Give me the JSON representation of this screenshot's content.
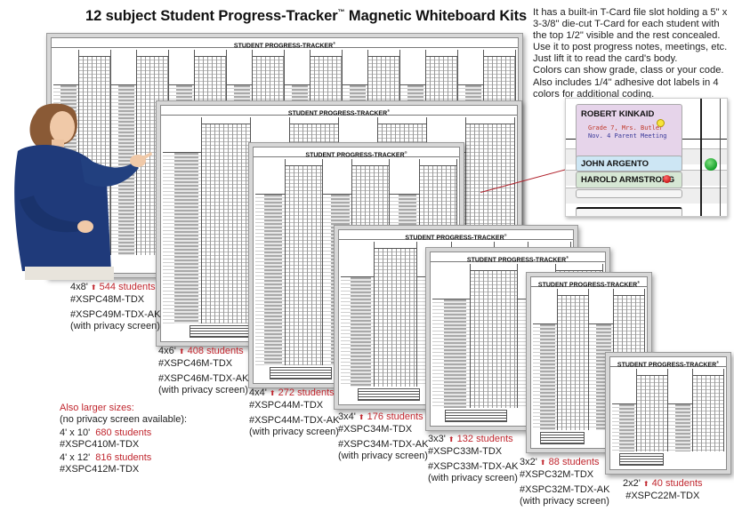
{
  "header": {
    "title": "12 subject Student Progress-Tracker",
    "trademark": "™",
    "title_suffix": " Magnetic Whiteboard Kits"
  },
  "description": {
    "lines": [
      "It has a built-in T-Card file slot holding a 5\" x",
      "3-3/8\" die-cut  T-Card  for each student with",
      "the top 1/2\" visible and the rest concealed.",
      "Use it to post progress notes, meetings, etc.",
      "Just lift it to read the card's body.",
      "Colors can show grade, class or your code.",
      "Also includes 1/4\" adhesive dot labels in 4",
      "colors for additional coding."
    ]
  },
  "board": {
    "title": "STUDENT PROGRESS-TRACKER",
    "registered": "®"
  },
  "tcard_inset": {
    "cards": [
      {
        "name": "ROBERT KINKAID",
        "note1": "Grade 7, Mrs. Butler",
        "note2": "Nov. 4 Parent Meeting",
        "color": "#e6d4ea",
        "dot": "yellow"
      },
      {
        "name": "JOHN ARGENTO",
        "color": "#cde6f4",
        "dot": "green"
      },
      {
        "name": "HAROLD ARMSTRONG",
        "color": "#d6e7d4",
        "dot": "red"
      }
    ],
    "dot_colors": {
      "yellow": "#f7e43a",
      "green": "#16a02a",
      "red": "#c81818"
    }
  },
  "arrow_glyph": "⬆",
  "products": [
    {
      "size": "4x8'",
      "students": "544 students",
      "model": "#XSPC48M-TDX",
      "privacy_model": "#XSPC49M-TDX-AK",
      "privacy_note": "(with privacy screen)"
    },
    {
      "size": "4x6'",
      "students": "408 students",
      "model": "#XSPC46M-TDX",
      "privacy_model": "#XSPC46M-TDX-AK",
      "privacy_note": "(with privacy screen)"
    },
    {
      "size": "4x4'",
      "students": "272 students",
      "model": "#XSPC44M-TDX",
      "privacy_model": "#XSPC44M-TDX-AK",
      "privacy_note": "(with privacy screen)"
    },
    {
      "size": "3x4'",
      "students": "176 students",
      "model": "#XSPC34M-TDX",
      "privacy_model": "#XSPC34M-TDX-AK",
      "privacy_note": "(with privacy screen)"
    },
    {
      "size": "3x3'",
      "students": "132 students",
      "model": "#XSPC33M-TDX",
      "privacy_model": "#XSPC33M-TDX-AK",
      "privacy_note": "(with privacy screen)"
    },
    {
      "size": "3x2'",
      "students": "88 students",
      "model": "#XSPC32M-TDX",
      "privacy_model": "#XSPC32M-TDX-AK",
      "privacy_note": "(with privacy screen)"
    },
    {
      "size": "2x2'",
      "students": "40 students",
      "model": "#XSPC22M-TDX"
    }
  ],
  "larger_sizes": {
    "heading": "Also larger sizes:",
    "subheading": "(no privacy screen available):",
    "items": [
      {
        "size": "4' x 10'",
        "students": "680 students",
        "model": "#XSPC410M-TDX"
      },
      {
        "size": "4' x 12'",
        "students": "816 students",
        "model": "#XSPC412M-TDX"
      }
    ]
  },
  "colors": {
    "accent_red": "#c0262e",
    "text": "#222222",
    "sweater": "#1f3a7a"
  }
}
